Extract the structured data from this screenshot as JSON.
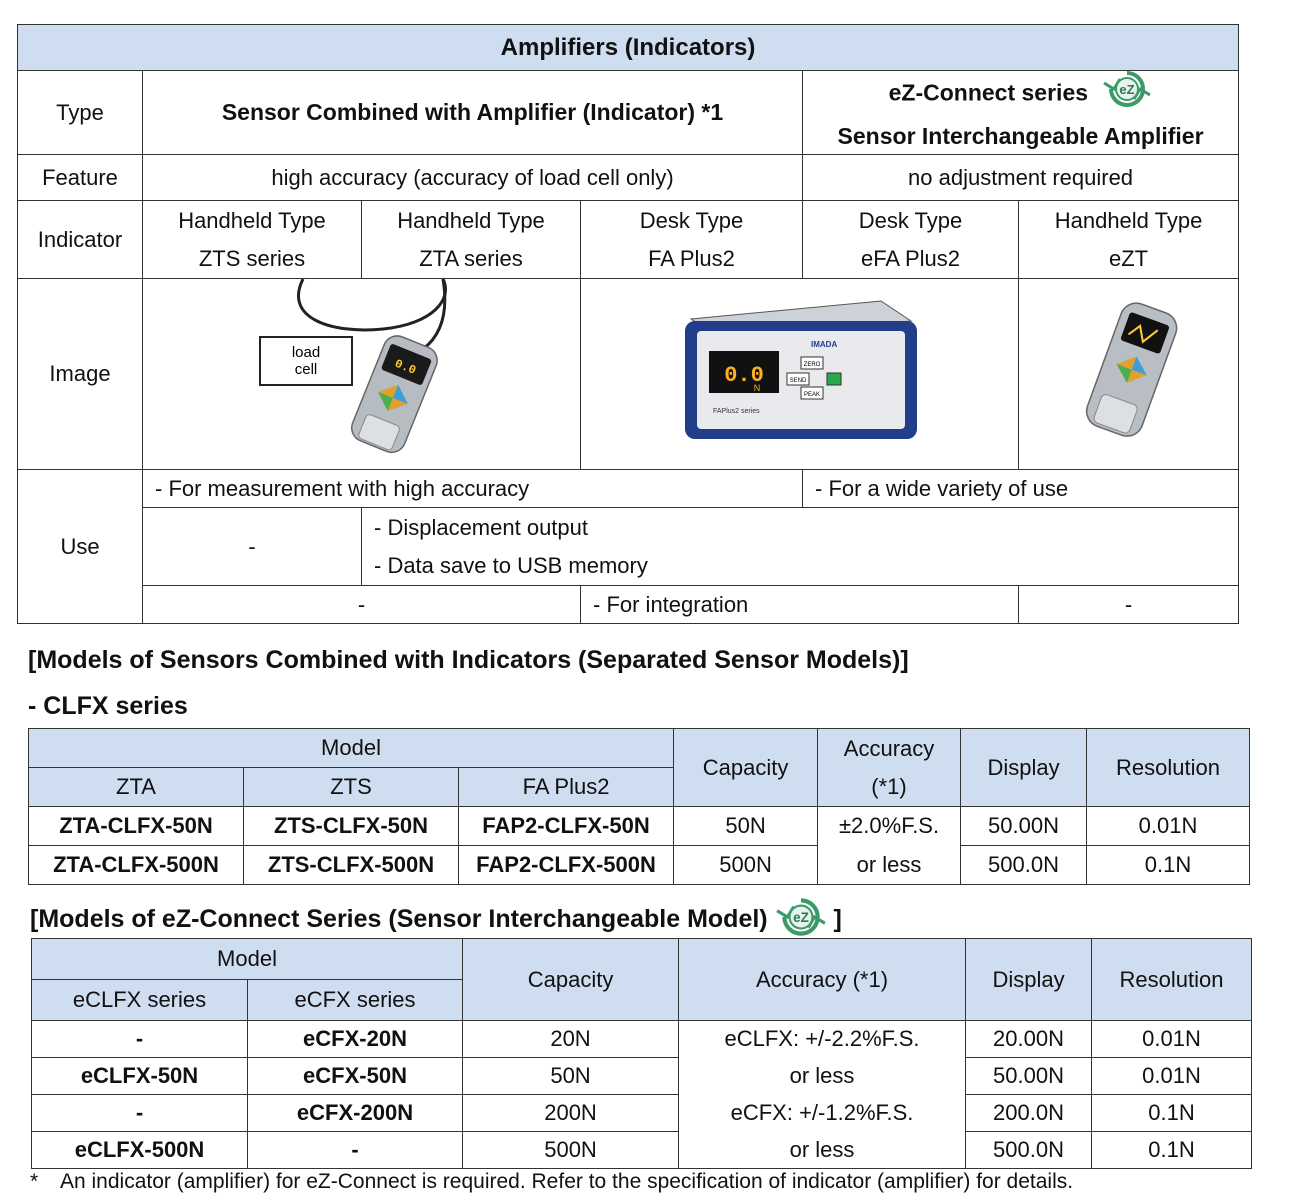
{
  "amp_table": {
    "title": "Amplifiers (Indicators)",
    "row_labels": {
      "type": "Type",
      "feature": "Feature",
      "indicator": "Indicator",
      "image": "Image",
      "use": "Use"
    },
    "type_left": "Sensor Combined with Amplifier (Indicator) *1",
    "type_right_line1": "eZ-Connect series",
    "type_right_line2": "Sensor Interchangeable Amplifier",
    "feature_left": "high accuracy (accuracy of load cell only)",
    "feature_right": "no adjustment required",
    "indicators": [
      {
        "kind": "Handheld Type",
        "series": "ZTS series"
      },
      {
        "kind": "Handheld Type",
        "series": "ZTA series"
      },
      {
        "kind": "Desk Type",
        "series": "FA Plus2"
      },
      {
        "kind": "Desk Type",
        "series": "eFA Plus2"
      },
      {
        "kind": "Handheld Type",
        "series": "eZT"
      }
    ],
    "image_label_line1": "load",
    "image_label_line2": "cell",
    "device_brand": "IMADA",
    "device_display": "0.0",
    "device_unit": "N",
    "device_buttons": [
      "ZERO",
      "SEND",
      "PEAK"
    ],
    "device_model": "FAPlus2 series",
    "use_row1_left": "- For measurement with high accuracy",
    "use_row1_right": "- For a wide variety of use",
    "use_row2_left": "-",
    "use_row2_right_1": "- Displacement output",
    "use_row2_right_2": "- Data save to USB memory",
    "use_row3_left": "-",
    "use_row3_mid": "- For integration",
    "use_row3_right": "-"
  },
  "ez_logo_text": "eZ",
  "clfx": {
    "heading1": "[Models of Sensors Combined with Indicators (Separated Sensor Models)]",
    "heading2": "- CLFX series",
    "model_header": "Model",
    "col_headers": [
      "ZTA",
      "ZTS",
      "FA Plus2"
    ],
    "capacity_header": "Capacity",
    "accuracy_header_1": "Accuracy",
    "accuracy_header_2": "(*1)",
    "display_header": "Display",
    "resolution_header": "Resolution",
    "rows": [
      {
        "zta": "ZTA-CLFX-50N",
        "zts": "ZTS-CLFX-50N",
        "fa": "FAP2-CLFX-50N",
        "capacity": "50N",
        "display": "50.00N",
        "resolution": "0.01N"
      },
      {
        "zta": "ZTA-CLFX-500N",
        "zts": "ZTS-CLFX-500N",
        "fa": "FAP2-CLFX-500N",
        "capacity": "500N",
        "display": "500.0N",
        "resolution": "0.1N"
      }
    ],
    "accuracy_1": "±2.0%F.S.",
    "accuracy_2": "or less"
  },
  "ez": {
    "heading_prefix": "[Models of eZ-Connect Series (Sensor Interchangeable Model)",
    "heading_suffix": "]",
    "model_header": "Model",
    "col_headers": [
      "eCLFX series",
      "eCFX series"
    ],
    "capacity_header": "Capacity",
    "accuracy_header": "Accuracy (*1)",
    "display_header": "Display",
    "resolution_header": "Resolution",
    "rows": [
      {
        "eclfx": "-",
        "ecfx": "eCFX-20N",
        "capacity": "20N",
        "display": "20.00N",
        "resolution": "0.01N"
      },
      {
        "eclfx": "eCLFX-50N",
        "ecfx": "eCFX-50N",
        "capacity": "50N",
        "display": "50.00N",
        "resolution": "0.01N"
      },
      {
        "eclfx": "-",
        "ecfx": "eCFX-200N",
        "capacity": "200N",
        "display": "200.0N",
        "resolution": "0.1N"
      },
      {
        "eclfx": "eCLFX-500N",
        "ecfx": "-",
        "capacity": "500N",
        "display": "500.0N",
        "resolution": "0.1N"
      }
    ],
    "accuracy_lines": [
      "eCLFX: +/-2.2%F.S.",
      "or less",
      "eCFX: +/-1.2%F.S.",
      "or less"
    ]
  },
  "footnote": {
    "star": "*",
    "text": "An indicator (amplifier) for eZ-Connect is required. Refer to the specification of indicator (amplifier) for details."
  },
  "colors": {
    "header_blue": "#cfddf0",
    "logo_green": "#3a9a6a"
  }
}
